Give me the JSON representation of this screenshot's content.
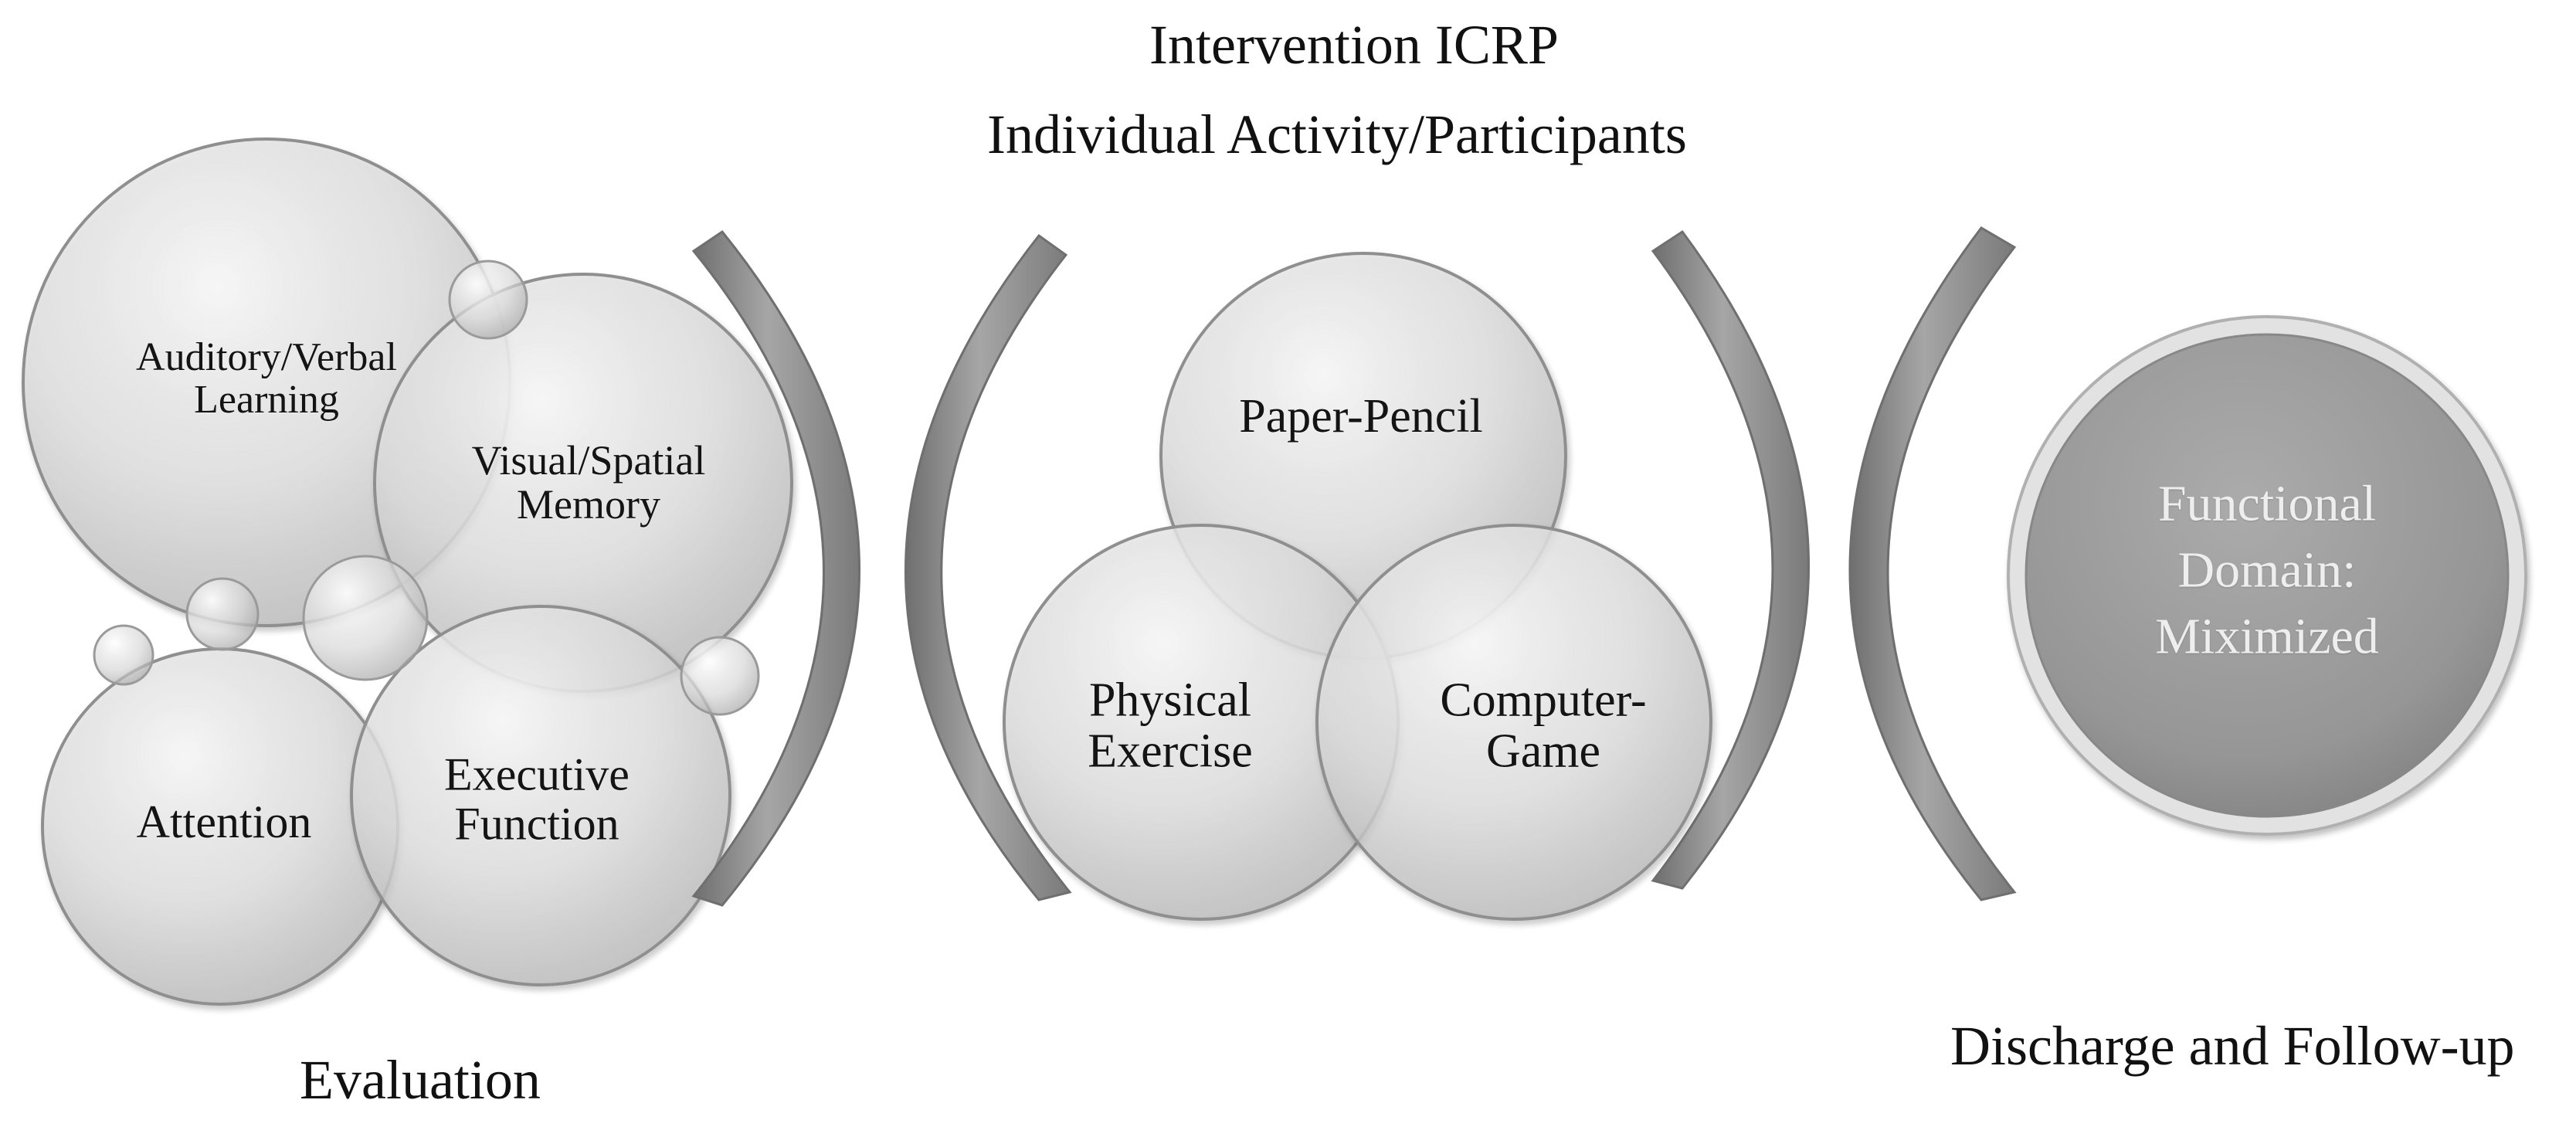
{
  "headings": {
    "intervention_title": "Intervention ICRP",
    "intervention_subtitle": "Individual Activity/Participants",
    "evaluation": "Evaluation",
    "discharge": "Discharge and Follow-up"
  },
  "evaluation_nodes": {
    "auditory_verbal": [
      "Auditory/Verbal",
      "Learning"
    ],
    "visual_spatial": [
      "Visual/Spatial",
      "Memory"
    ],
    "attention": [
      "Attention"
    ],
    "executive_function": [
      "Executive",
      "Function"
    ]
  },
  "intervention_nodes": {
    "paper_pencil": [
      "Paper-Pencil"
    ],
    "physical_exercise": [
      "Physical",
      "Exercise"
    ],
    "computer_game": [
      "Computer-",
      "Game"
    ]
  },
  "outcome_node": {
    "functional_domain": [
      "Functional",
      "Domain:",
      "Miximized"
    ]
  },
  "colors": {
    "bubble_light": "#e6e6e6",
    "bubble_mid": "#c4c4c4",
    "bubble_edge": "#8f8f8f",
    "outcome_fill": "#9a9a9a",
    "outcome_edge": "#d9d9d9",
    "bracket": "#8c8c8c",
    "text_dark": "#141414",
    "text_light": "#eeeeee"
  }
}
